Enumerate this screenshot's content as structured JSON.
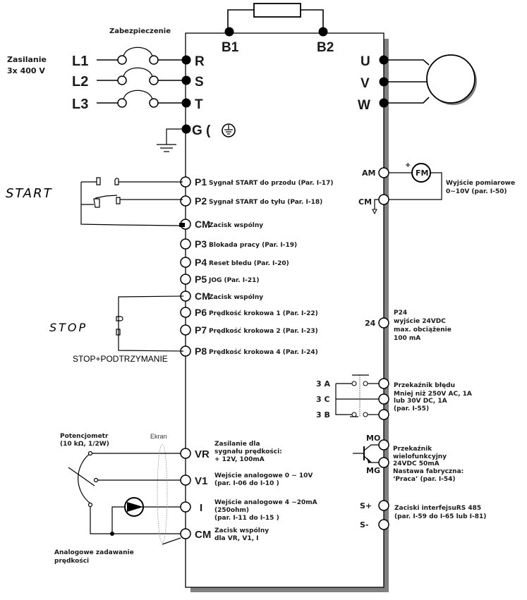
{
  "power": {
    "supply_label": "Zasilanie",
    "supply_voltage": "3x 400 V",
    "fuse_label": "Zabezpieczenie",
    "lines": [
      "L1",
      "L2",
      "L3"
    ],
    "terminals": [
      "R",
      "S",
      "T"
    ],
    "ground_label": "G (",
    "brake_terminals": [
      "B1",
      "B2"
    ],
    "motor_terminals": [
      "U",
      "V",
      "W"
    ]
  },
  "digital_inputs": [
    {
      "term": "P1",
      "desc": "Sygnał START do przodu (Par. I-17)"
    },
    {
      "term": "P2",
      "desc": "Sygnał START do tyłu (Par. I-18)"
    },
    {
      "term": "CM",
      "desc": "Zacisk wspólny"
    },
    {
      "term": "P3",
      "desc": "Blokada pracy (Par. I-19)"
    },
    {
      "term": "P4",
      "desc": "Reset błedu  (Par. I-20)"
    },
    {
      "term": "P5",
      "desc": "JOG (Par. I-21)"
    },
    {
      "term": "CM",
      "desc": "Zacisk wspólny"
    },
    {
      "term": "P6",
      "desc": "Prędkość krokowa 1 (Par. I-22)"
    },
    {
      "term": "P7",
      "desc": "Prędkość krokowa 2 (Par. I-23)"
    },
    {
      "term": "P8",
      "desc": "Prędkość krokowa 4 (Par. I-24)"
    }
  ],
  "handwritten": {
    "start": "START",
    "stop": "STOP",
    "stop_hold": "STOP+PODTRZYMANIE"
  },
  "analog_output": {
    "am": "AM",
    "cm": "CM",
    "meter": "FM",
    "plus": "+",
    "desc_lines": [
      "Wyjście pomiarowe",
      "0~10V   (par. I-50)"
    ]
  },
  "p24": {
    "term": "24",
    "desc_lines": [
      "P24",
      "wyjście 24VDC",
      "max. obciążenie",
      "100 mA"
    ]
  },
  "fault_relay": {
    "terms": [
      "3 A",
      "3 C",
      "3 B"
    ],
    "desc_lines": [
      "Przekaźnik błędu",
      "Mniej niż 250V AC, 1A",
      "lub 30V DC, 1A",
      "(par. I-55)"
    ]
  },
  "multi_relay": {
    "mo": "MO",
    "mg": "MG",
    "desc_lines": [
      "Przekaźnik",
      "wielofunkcyjny",
      "24VDC 50mA",
      "Nastawa fabryczna:",
      "‘Praca’  (par. I-54)"
    ]
  },
  "rs485": {
    "plus": "S+",
    "minus": "S-",
    "desc_lines": [
      "Zaciski interfejsuRS 485",
      "(par. I-59 do I-65 lub I-81)"
    ]
  },
  "analog_inputs": {
    "pot_lines": [
      "Potencjometr",
      "(10 kΩ, 1/2W)"
    ],
    "screen": "Ekran",
    "footer_lines": [
      "Analogowe zadawanie",
      "prędkości"
    ],
    "items": [
      {
        "term": "VR",
        "desc_lines": [
          "Zasilanie dla",
          "sygnału prędkości:",
          "+ 12V, 100mA"
        ]
      },
      {
        "term": "V1",
        "desc_lines": [
          "Wejście analogowe 0 ~ 10V",
          "(par. I-06 do I-10 )"
        ]
      },
      {
        "term": "I",
        "desc_lines": [
          "Wejście analogowe 4 ~20mA",
          "(250ohm)",
          "(par. I-11 do I-15 )"
        ]
      },
      {
        "term": "CM",
        "desc_lines": [
          "Zacisk wspólny",
          "dla VR, V1, I"
        ]
      }
    ]
  }
}
